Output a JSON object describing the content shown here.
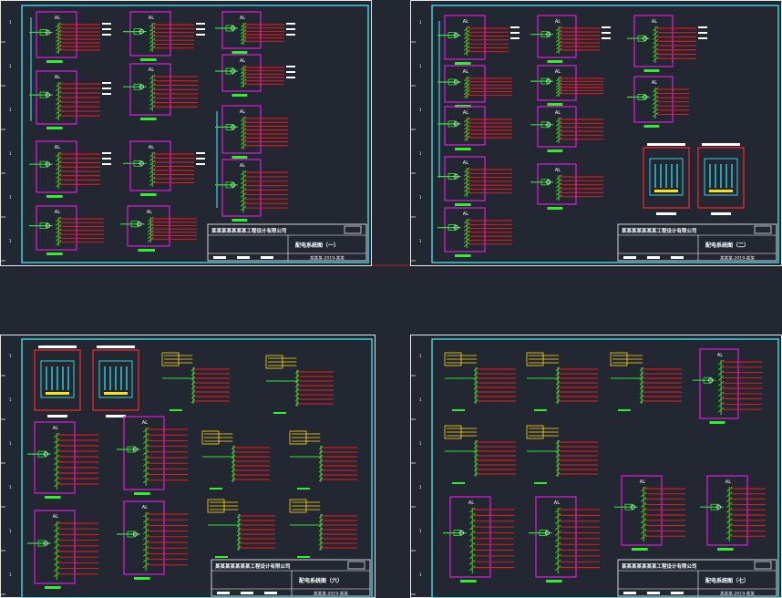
{
  "background": "#222731",
  "colors": {
    "sheet_border": "#e6e6e6",
    "inner_frame": "#37d3df",
    "panel": "#e01be0",
    "busbar": "#2fe03a",
    "circuit": "#ff1a1a",
    "breaker": "#2ff02f",
    "tag": "#ffffff",
    "note": "#ffe01a",
    "cabinet": "#ff2a2a",
    "title_text": "#ffffff"
  },
  "sheets": [
    {
      "id": "sheet-1",
      "company": "某某某某某某某工程设计有限公司",
      "drawing_title": "配电系统图（一）",
      "code": "某某某-2019-某某"
    },
    {
      "id": "sheet-2",
      "company": "某某某某某某某工程设计有限公司",
      "drawing_title": "配电系统图（二）",
      "code": "某某某-2019-某某"
    },
    {
      "id": "sheet-6",
      "company": "某某某某某某某工程设计有限公司",
      "drawing_title": "配电系统图（六）",
      "code": "某某某-2019-某某"
    },
    {
      "id": "sheet-7",
      "company": "某某某某某某某工程设计有限公司",
      "drawing_title": "配电系统图（七）",
      "code": "某某某-2019-某某"
    }
  ]
}
